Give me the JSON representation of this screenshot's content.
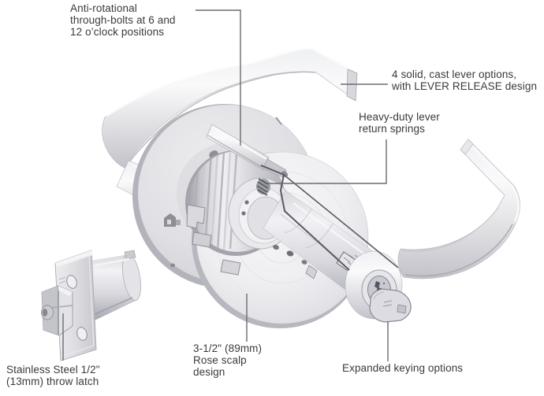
{
  "diagram": {
    "background": "#ffffff",
    "labels": {
      "anti_rotational": "Anti-rotational\nthrough-bolts at 6 and\n12 o’clock positions",
      "lever_options": "4 solid, cast lever options,\nwith LEVER RELEASE design",
      "return_springs": "Heavy-duty lever\nreturn springs",
      "throw_latch": "Stainless Steel 1/2\"\n(13mm) throw latch",
      "rose_scalp": "3-1/2\" (89mm)\nRose scalp\ndesign",
      "keying": "Expanded keying options"
    },
    "colors": {
      "text": "#3a3a3c",
      "leader_line": "#6b6b70",
      "outline_dark": "#5a5a63",
      "metal_light": "#f4f4f6",
      "metal_mid": "#d6d6da",
      "metal_dark": "#9a9aa1"
    }
  }
}
